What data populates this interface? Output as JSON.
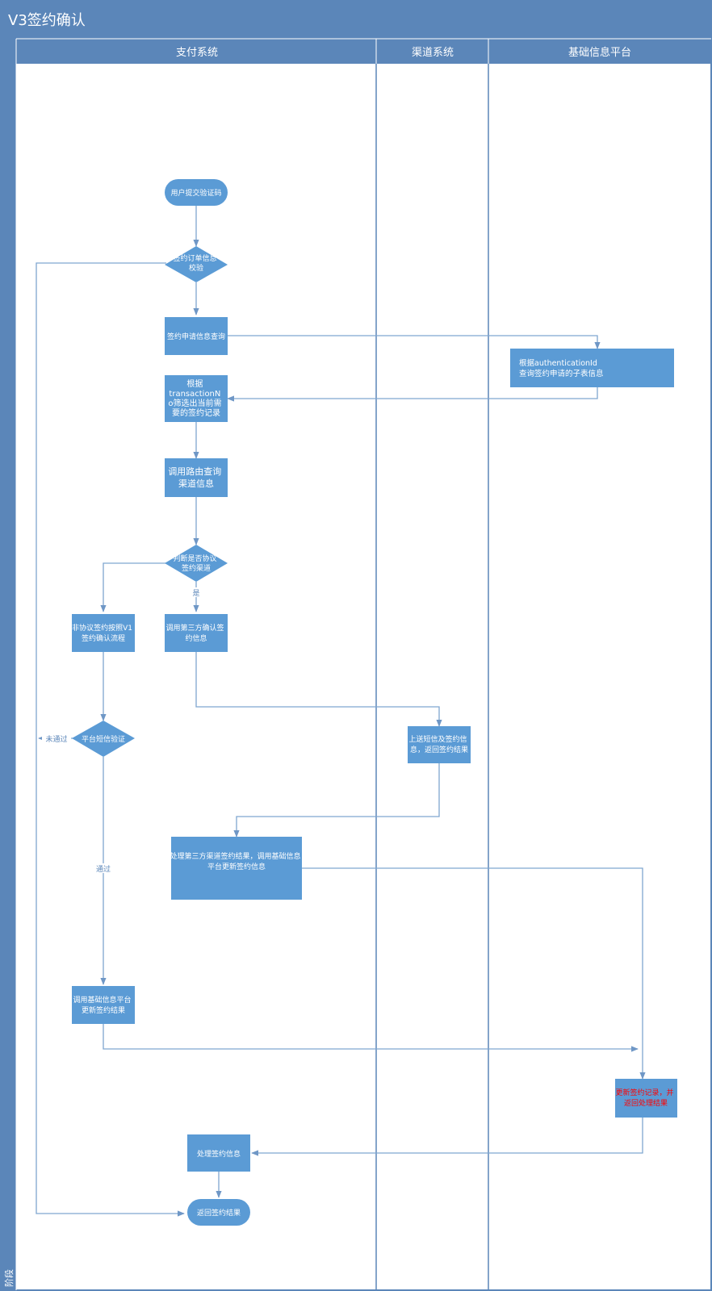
{
  "title": "V3签约确认",
  "phase_label": "阶段",
  "lanes": [
    "支付系统",
    "渠道系统",
    "基础信息平台"
  ],
  "nodes": {
    "start": [
      "用户提交验证码"
    ],
    "verify_order": [
      "签约订单信息",
      "校验"
    ],
    "query_apply": [
      "签约申请信息查询"
    ],
    "query_subtable": [
      "根据authenticationId",
      "查询签约申请的子表信息"
    ],
    "filter_record": [
      "根据",
      "transactionN",
      "o筛选出当前需",
      "要的签约记录"
    ],
    "route_query": [
      "调用路由查询",
      "渠道信息"
    ],
    "judge_protocol": [
      "判断是否协议",
      "签约渠道"
    ],
    "non_protocol": [
      "非协议签约按照V1",
      "签约确认流程"
    ],
    "third_confirm": [
      "调用第三方确认签",
      "约信息"
    ],
    "sms_verify": [
      "平台短信验证"
    ],
    "upload_sms": [
      "上送短信及签约信",
      "息，返回签约结果"
    ],
    "process_third": [
      "处理第三方渠道签约结果，调用基础信息",
      "平台更新签约信息"
    ],
    "call_platform": [
      "调用基础信息平台",
      "更新签约结果"
    ],
    "update_record": [
      "更新签约记录，并",
      "返回处理结果"
    ],
    "process_sign": [
      "处理签约信息"
    ],
    "return_result": [
      "返回签约结果"
    ]
  },
  "edge_labels": {
    "yes": "是",
    "fail": "未通过",
    "pass": "通过"
  },
  "colors": {
    "header": "#5B86B9",
    "node": "#5B9BD5",
    "connector": "#7FA6D0",
    "lane_line": "#5B86B9",
    "highlight_text": "#FF0000"
  }
}
